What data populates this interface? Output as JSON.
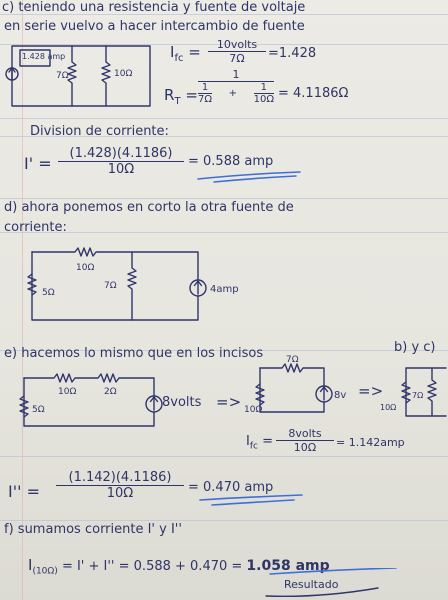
{
  "sections": {
    "c": {
      "marker": "c)",
      "heading": "teniendo una resistencia y fuente de voltaje",
      "heading2": "en serie vuelvo a hacer intercambio de fuente",
      "circuit_labels": [
        "1.428 amp",
        "7Ω",
        "10Ω"
      ],
      "ifc_lhs": "I",
      "ifc_sub": "fc",
      "ifc_num": "10volts",
      "ifc_den": "7Ω",
      "ifc_result": "=1.428",
      "rt_lhs": "R",
      "rt_sub": "T",
      "rt_num": "1",
      "rt_den_a_num": "1",
      "rt_den_a_den": "7Ω",
      "rt_den_b_num": "1",
      "rt_den_b_den": "10Ω",
      "rt_result": "= 4.1186Ω",
      "divider_heading": "Division de corriente:",
      "i1_lhs": "I' =",
      "i1_num": "(1.428)(4.1186)",
      "i1_den": "10Ω",
      "i1_result": "= 0.588 amp"
    },
    "d": {
      "marker": "d)",
      "heading": "ahora ponemos en corto la otra fuente de",
      "heading2": "corriente:",
      "circuit_labels": [
        "10Ω",
        "5Ω",
        "7Ω",
        "4amp"
      ]
    },
    "e": {
      "marker": "e)",
      "heading": "hacemos lo mismo que en los incisos",
      "heading_tail": "b) y c)",
      "circuit1_labels": [
        "10Ω",
        "2Ω",
        "5Ω",
        "8volts"
      ],
      "circuit2_labels": [
        "7Ω",
        "10Ω",
        "8v"
      ],
      "circuit3_labels": [
        "10Ω",
        "7Ω"
      ],
      "arrow1": "=>",
      "arrow2": "=>",
      "ifc_lhs": "I",
      "ifc_sub": "fc",
      "ifc_num": "8volts",
      "ifc_den": "10Ω",
      "ifc_result": "= 1.142amp",
      "i2_lhs": "I'' =",
      "i2_num": "(1.142)(4.1186)",
      "i2_den": "10Ω",
      "i2_result": "= 0.470 amp"
    },
    "f": {
      "marker": "f)",
      "heading": "sumamos corriente I' y I''",
      "sum_lhs": "I",
      "sum_sub": "(10Ω)",
      "sum_rhs": "= I' + I'' = 0.588 + 0.470 =",
      "sum_result": "1.058 amp",
      "result_label": "Resultado"
    }
  }
}
